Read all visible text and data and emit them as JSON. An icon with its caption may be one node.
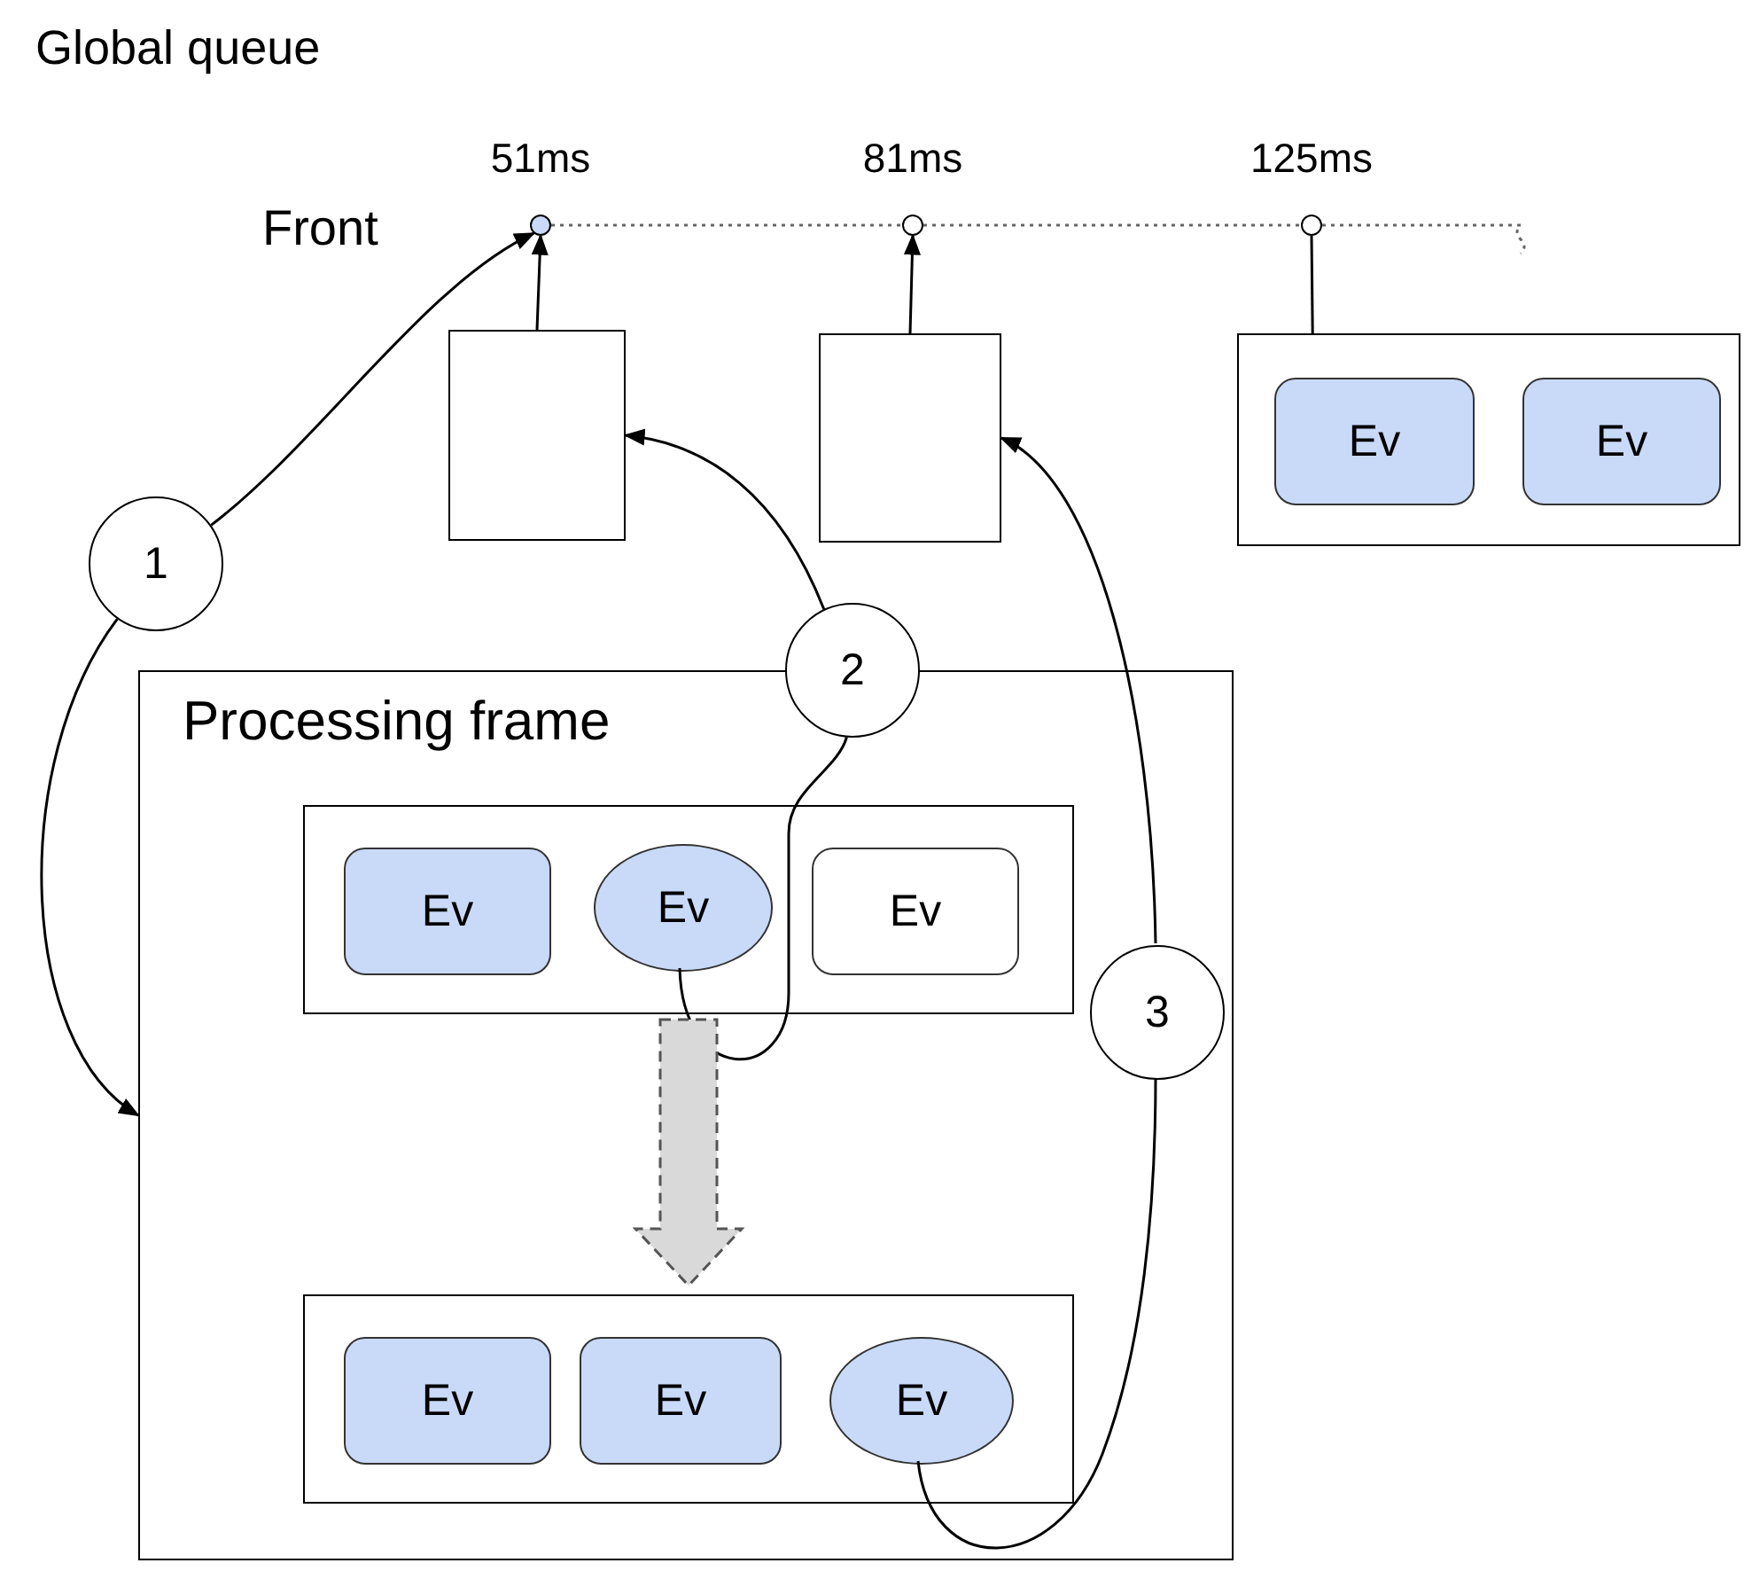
{
  "diagram": {
    "title": "Global queue",
    "nodes": [
      {
        "text": [],
        "shape": "circle",
        "beside": [
          "51ms"
        ]
      },
      {
        "text": [],
        "shape": "circle",
        "beside": [
          "81ms"
        ]
      },
      {
        "text": [],
        "shape": "circle",
        "beside": [
          "125ms"
        ]
      },
      {
        "text": [],
        "shape": "box"
      },
      {
        "text": [],
        "shape": "box"
      },
      {
        "text": [],
        "shape": "box"
      },
      {
        "text": [
          "Ev"
        ],
        "in": 5
      },
      {
        "text": [
          "Ev"
        ],
        "in": 5
      },
      {
        "text": [
          "1"
        ]
      },
      {
        "text": [
          "2"
        ]
      },
      {
        "text": [
          "Processing frame"
        ]
      },
      {
        "text": [],
        "shape": "box",
        "in": 10
      },
      {
        "text": [
          "Ev"
        ],
        "in": 11
      },
      {
        "text": [
          "Ev"
        ],
        "in": 11
      },
      {
        "text": [
          "Ev"
        ],
        "in": 11
      },
      {
        "text": [],
        "shape": "box",
        "in": 10
      },
      {
        "text": [
          "Ev"
        ],
        "in": 15
      },
      {
        "text": [
          "Ev"
        ],
        "in": 15
      },
      {
        "text": [
          "Ev"
        ],
        "in": 15
      },
      {
        "text": [
          "3"
        ],
        "in": 10
      }
    ],
    "edges": [
      {
        "from": 0,
        "to": 1,
        "arrow": "none",
        "style": "dashed",
        "color": "#666666"
      },
      {
        "from": 1,
        "to": 2,
        "arrow": "none",
        "style": "dashed",
        "color": "#666666"
      },
      {
        "from": 2,
        "to": null,
        "arrow": "none",
        "style": "dashed",
        "color": "#666666"
      },
      {
        "from": 3,
        "to": 0,
        "arrow": "to"
      },
      {
        "from": 4,
        "to": 1,
        "arrow": "to"
      },
      {
        "from": 2,
        "to": 5,
        "arrow": "none"
      },
      {
        "from": 8,
        "to": 0,
        "arrow": "to"
      },
      {
        "from": 8,
        "to": 10,
        "arrow": "to"
      },
      {
        "from": 13,
        "to": 9,
        "arrow": "none"
      },
      {
        "from": 9,
        "to": 3,
        "arrow": "to"
      },
      {
        "from": 18,
        "to": 19,
        "arrow": "none"
      },
      {
        "from": 19,
        "to": 4,
        "arrow": "to"
      },
      {
        "from": 11,
        "to": 15,
        "arrow": "to",
        "style": "dashed",
        "color": "#d9d9d9"
      }
    ],
    "labels": [
      "Front"
    ]
  }
}
